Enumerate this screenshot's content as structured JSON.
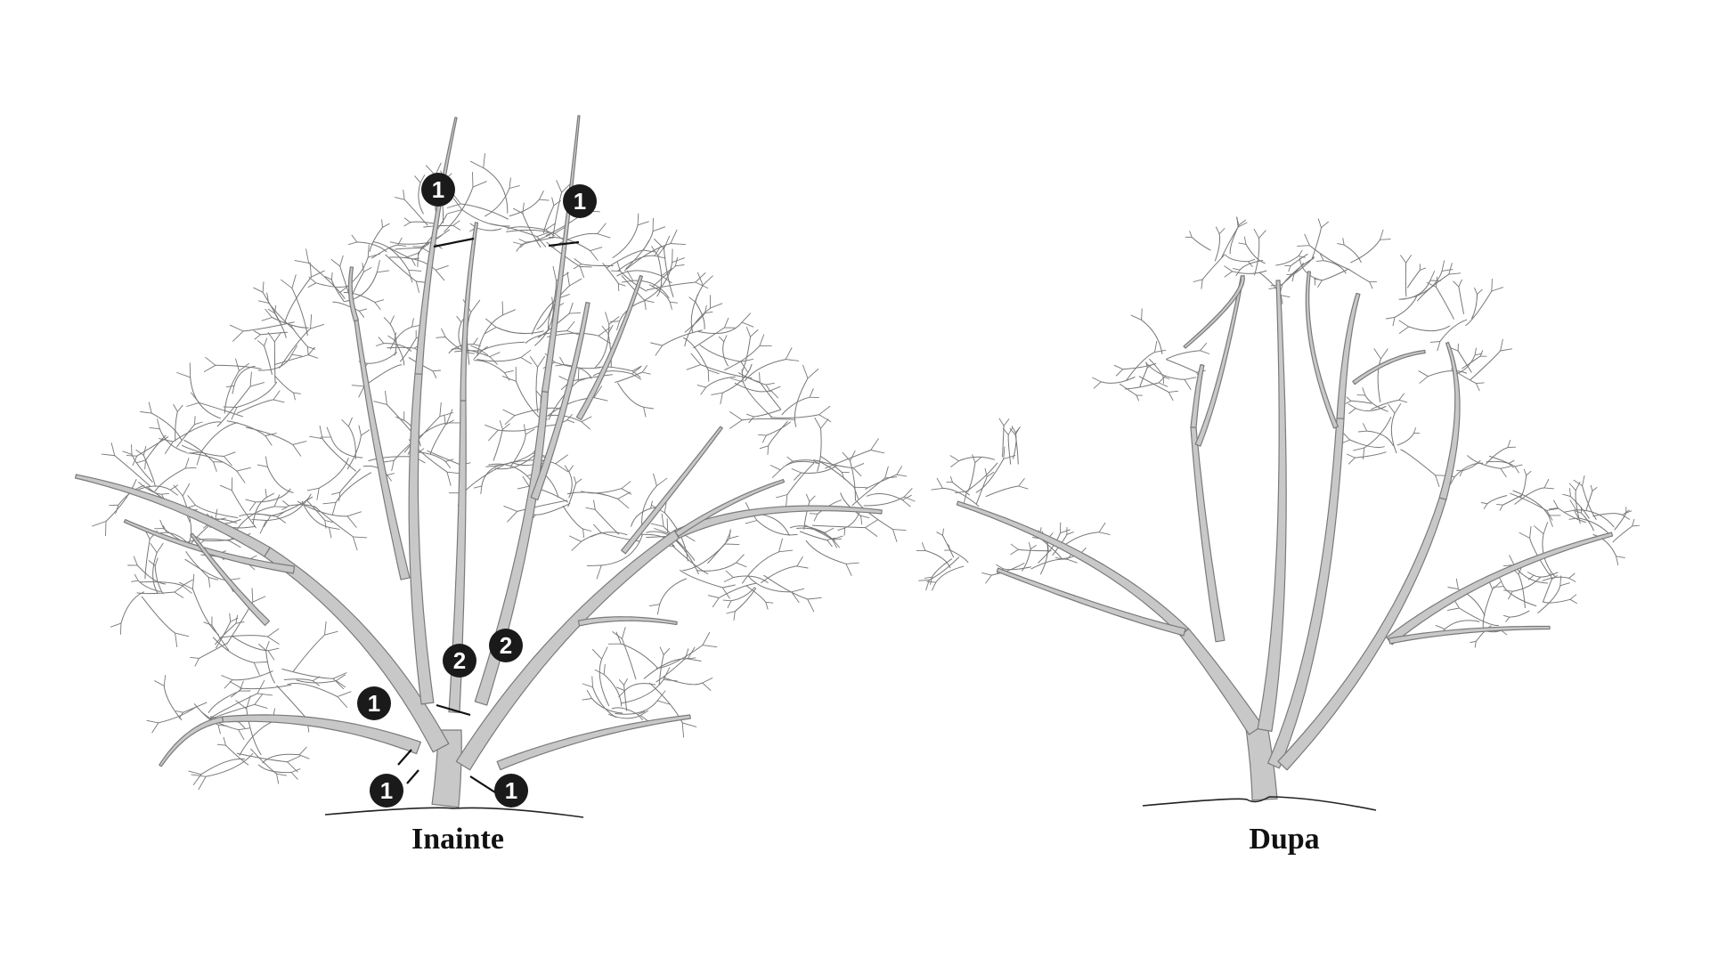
{
  "diagram": {
    "panels": [
      {
        "caption": "Inainte"
      },
      {
        "caption": "Dupa"
      }
    ],
    "markers": [
      "1",
      "1",
      "2",
      "2",
      "1",
      "1",
      "1"
    ],
    "colors": {
      "branch_fill": "#c8c8c8",
      "branch_outline": "#7a7a7a",
      "twig": "#777777",
      "ground": "#222222",
      "marker_fill": "#1a1a1a",
      "marker_text": "#ffffff",
      "cut_line": "#111111"
    }
  }
}
